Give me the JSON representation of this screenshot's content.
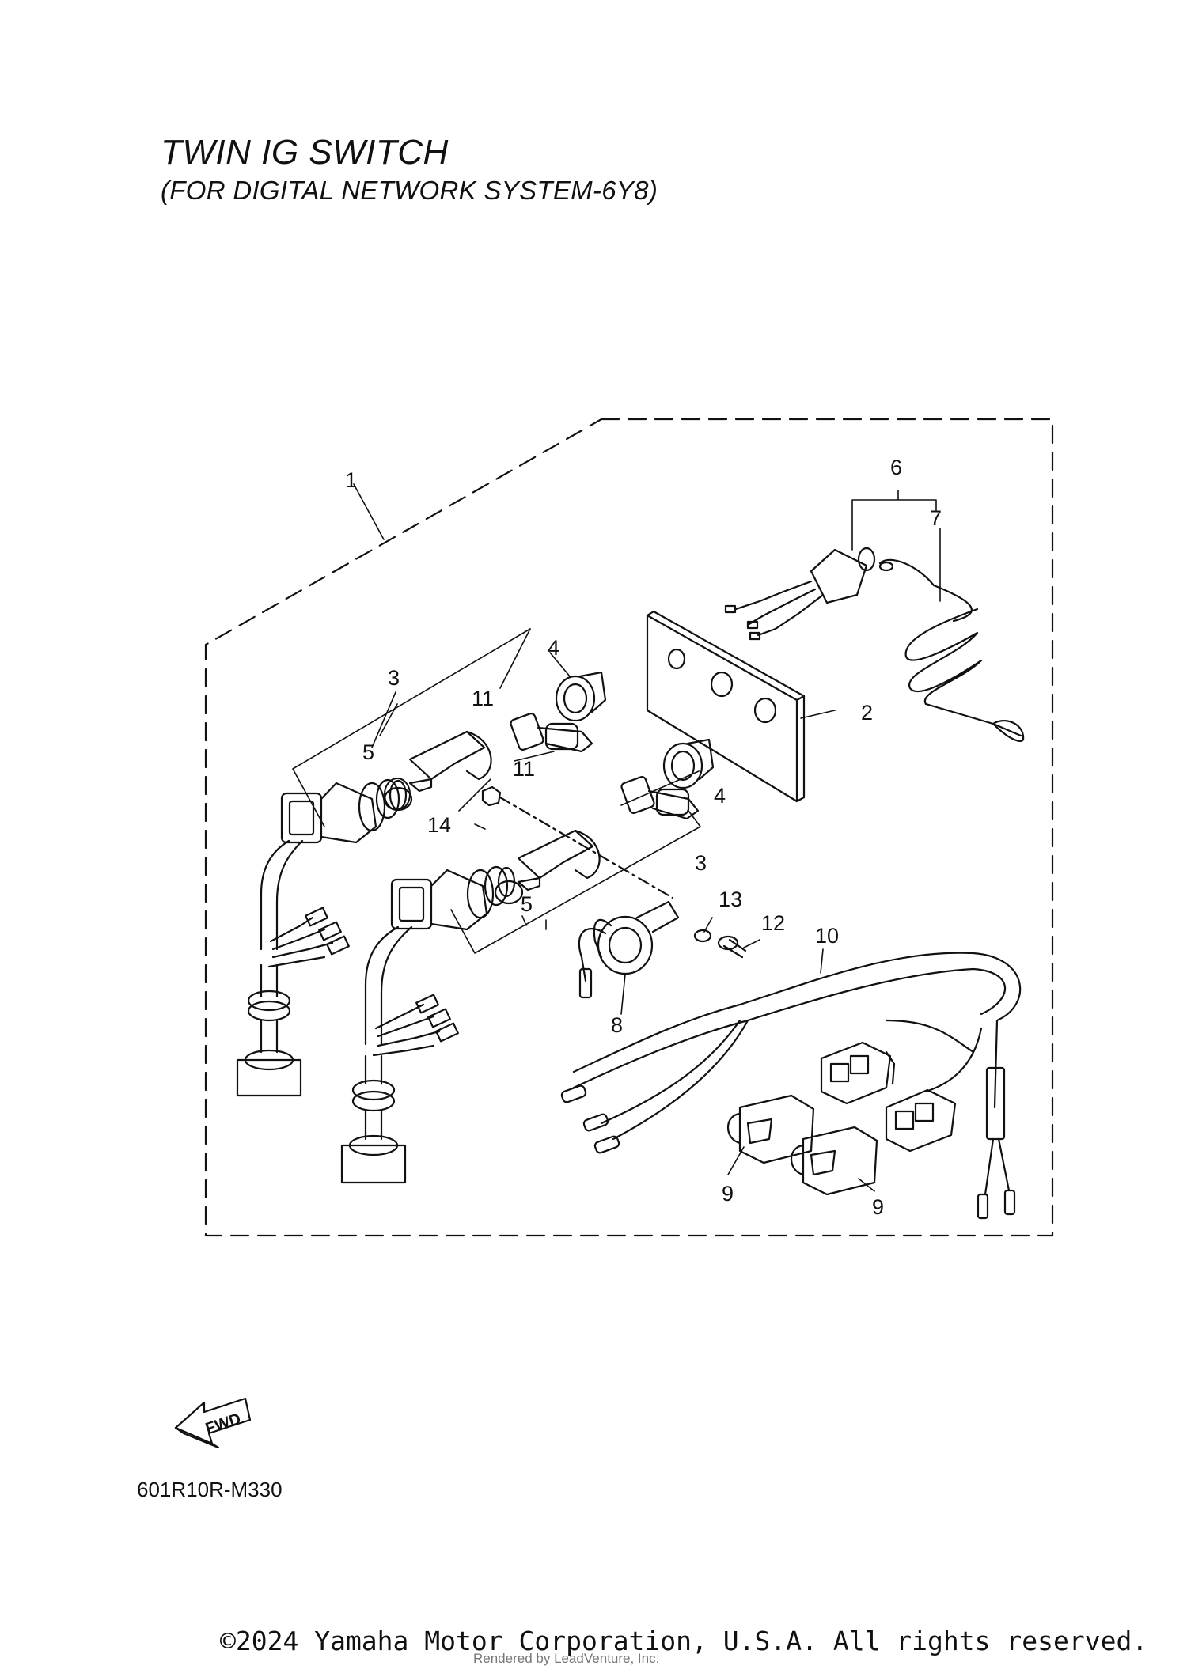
{
  "header": {
    "title": "TWIN IG SWITCH",
    "subtitle": "(FOR DIGITAL NETWORK SYSTEM-6Y8)"
  },
  "callouts": {
    "c1": "1",
    "c2": "2",
    "c3a": "3",
    "c3b": "3",
    "c4a": "4",
    "c4b": "4",
    "c5a": "5",
    "c5b": "5",
    "c6": "6",
    "c7": "7",
    "c8": "8",
    "c9a": "9",
    "c9b": "9",
    "c10": "10",
    "c11a": "11",
    "c11b": "11",
    "c12": "12",
    "c13": "13",
    "c14": "14"
  },
  "fwd_label": "FWD",
  "diagram_code": "601R10R-M330",
  "footer": {
    "copyright": "©2024 Yamaha Motor Corporation, U.S.A. All rights reserved.",
    "rendered_by": "Rendered by LeadVenture, Inc."
  }
}
